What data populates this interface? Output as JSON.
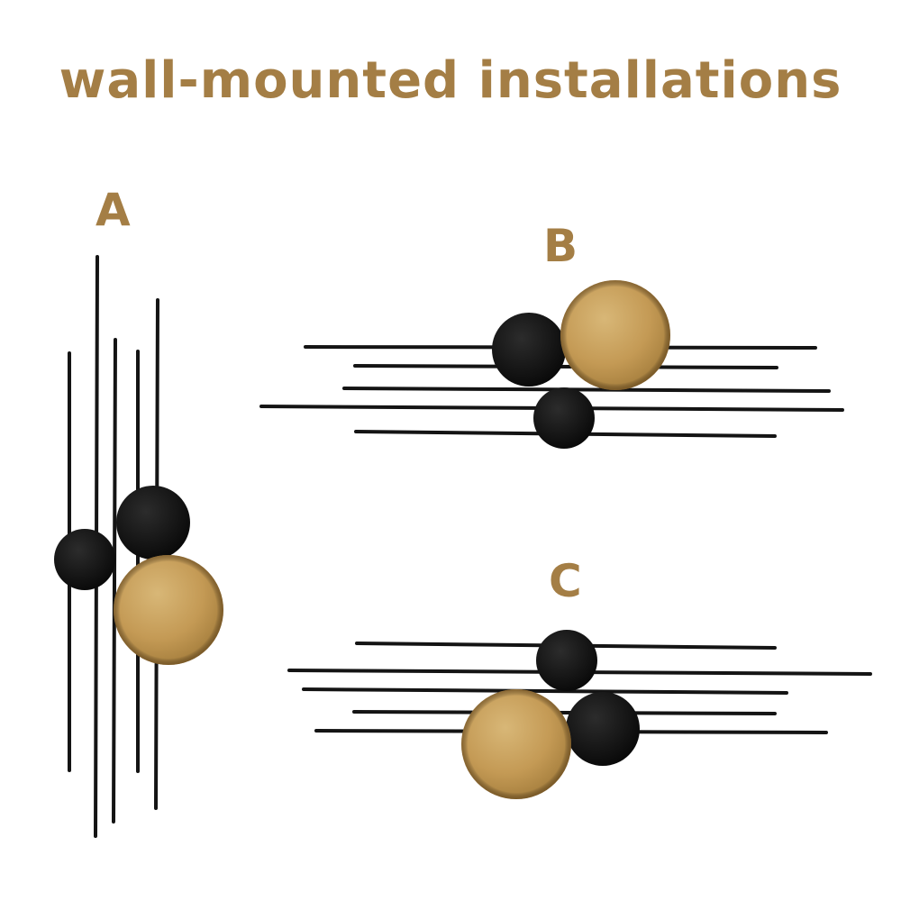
{
  "title": "wall-mounted installations",
  "variants": [
    {
      "label": "A",
      "orientation": "vertical"
    },
    {
      "label": "B",
      "orientation": "horizontal"
    },
    {
      "label": "C",
      "orientation": "horizontal"
    }
  ],
  "colors": {
    "title_text": "#a47e45",
    "label_text": "#a47e45",
    "rod": "#141414",
    "disc_black": "#121212",
    "disc_gold": "#c9a15c",
    "background": "#ffffff"
  }
}
